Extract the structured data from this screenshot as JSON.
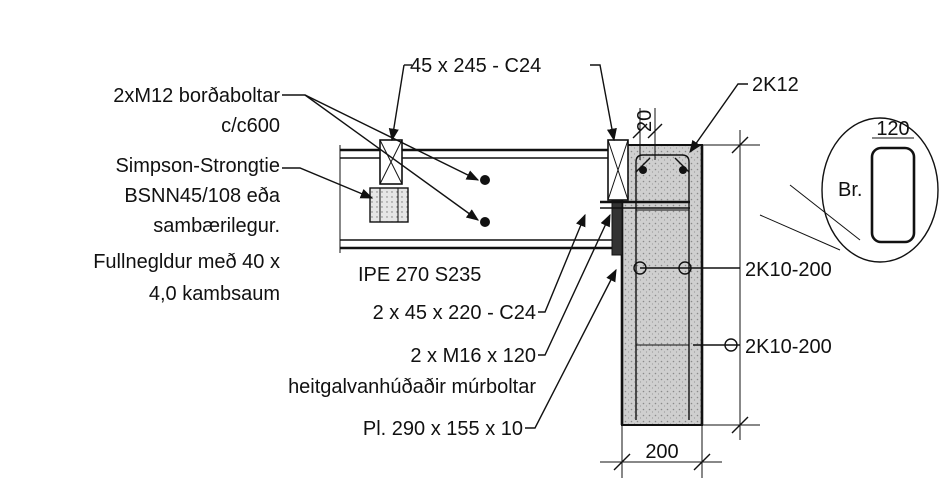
{
  "labels": {
    "timber_top": "45 x 245 - C24",
    "bolts_line1": "2xM12 borðaboltar",
    "bolts_line2": "c/c600",
    "simpson_line1": "Simpson-Strongtie",
    "simpson_line2": "BSNN45/108 eða",
    "simpson_line3": "sambærilegur.",
    "simpson_line4": "Fullnegldur með 40 x",
    "simpson_line5": "4,0 kambsaum",
    "beam": "IPE 270 S235",
    "timber_side": "2 x 45 x 220 - C24",
    "anchor_line1": "2 x M16 x 120",
    "anchor_line2": "heitgalvanhúðaðir múrboltar",
    "plate": "Pl. 290 x 155 x 10",
    "rebar_top": "2K12",
    "rebar_mid": "2K10-200",
    "rebar_low": "2K10-200",
    "dim_cover": "20",
    "dim_wall": "200",
    "detail_width": "120",
    "detail_tag": "Br."
  },
  "colors": {
    "ink": "#111111",
    "concrete": "#c9c9c9",
    "background": "#ffffff"
  }
}
